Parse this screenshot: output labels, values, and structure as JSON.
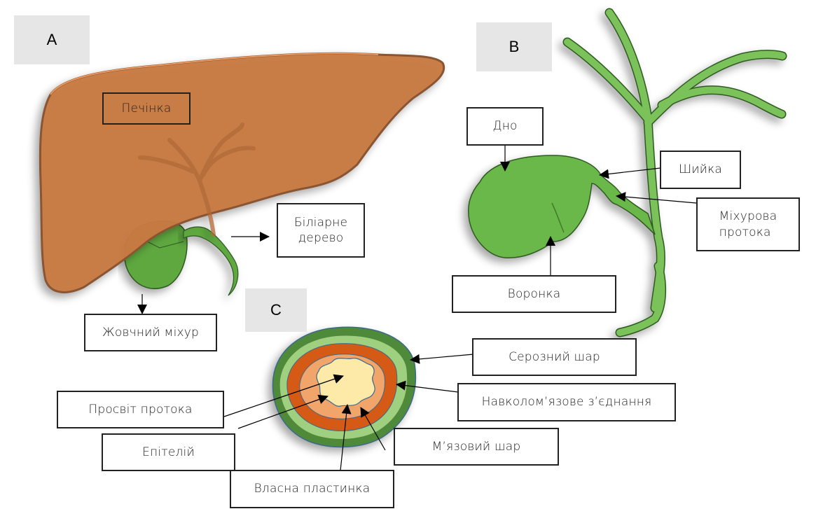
{
  "panels": {
    "a": {
      "tag": "A"
    },
    "b": {
      "tag": "B"
    },
    "c": {
      "tag": "C"
    }
  },
  "labels": {
    "liver": "Печінка",
    "biliary_tree": "Біліарне\nдерево",
    "gallbladder": "Жовчний міхур",
    "fundus": "Дно",
    "neck": "Шийка",
    "cystic_duct": "Міхурова\nпротока",
    "infundibulum": "Воронка",
    "serosa": "Серозний шар",
    "perimuscular_connective": "Навколом’язове з’єднання",
    "muscle_layer": "М’язовий шар",
    "lumen": "Просвіт протока",
    "epithelium": "Епітелій",
    "lamina_propria": "Власна пластинка"
  },
  "colors": {
    "liver": "#c87941",
    "liver_edge": "#8a5430",
    "gall_green": "#6bb84a",
    "dark_green": "#4f8a3a",
    "light_green": "#9fd07f",
    "muscle_orange": "#d45a12",
    "peach": "#f2a56a",
    "lumen_yellow": "#fde9a8",
    "tag_gray": "#e6e6e6"
  }
}
